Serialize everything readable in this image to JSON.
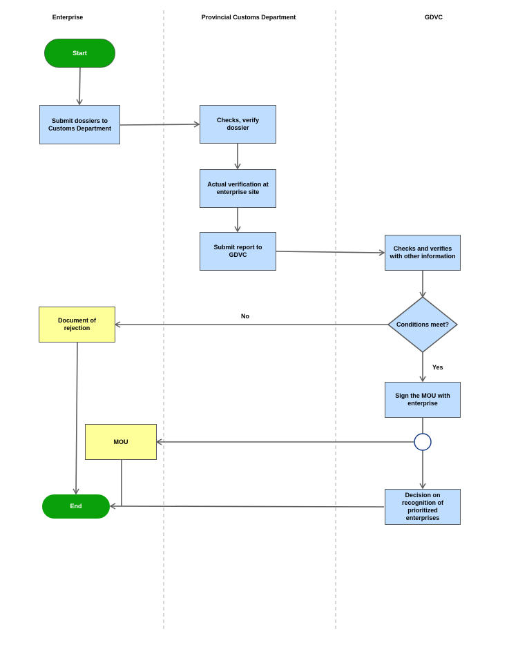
{
  "lanes": {
    "enterprise": "Enterprise",
    "customs": "Provincial Customs Department",
    "gdvc": "GDVC"
  },
  "nodes": {
    "start": "Start",
    "submit_dossiers": "Submit dossiers to Customs Department",
    "checks_verify": "Checks, verify dossier",
    "actual_verification": "Actual verification at enterprise site",
    "submit_report": "Submit report to GDVC",
    "checks_verifies_other": "Checks and verifies with other information",
    "conditions": "Conditions meet?",
    "document_rejection": "Document of rejection",
    "sign_mou": "Sign the MOU with enterprise",
    "mou": "MOU",
    "decision": "Decision on recognition of prioritized enterprises",
    "end": "End"
  },
  "edge_labels": {
    "no": "No",
    "yes": "Yes"
  },
  "colors": {
    "process_fill": "#bfdeff",
    "document_fill": "#ffff99",
    "terminal_fill": "#0aa00a",
    "line": "#5f5f5f",
    "lane_divider": "#c8c8c8",
    "junction_stroke": "#1f3f8a"
  }
}
